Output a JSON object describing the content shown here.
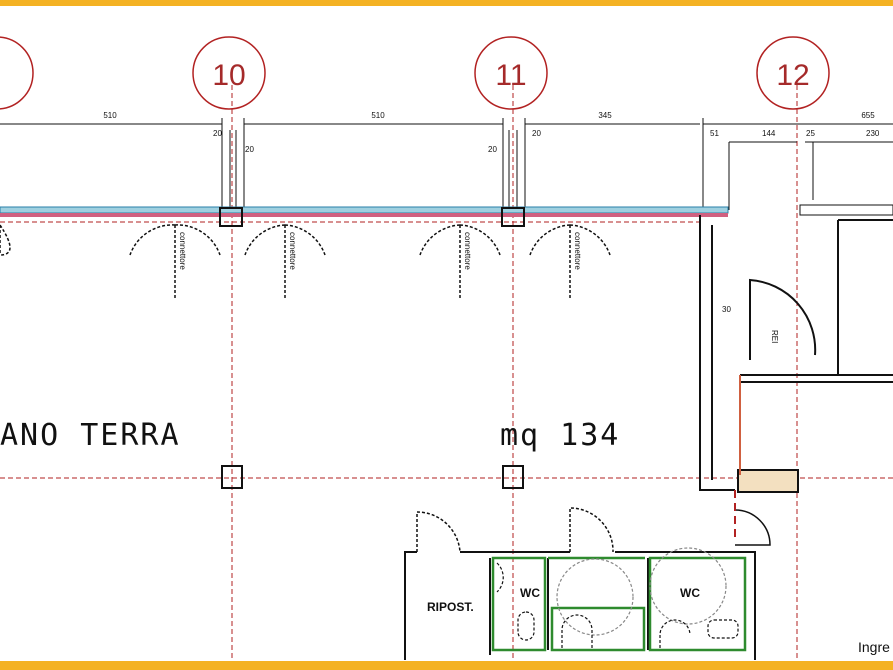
{
  "plan": {
    "grid_axes": [
      "10",
      "11",
      "12"
    ],
    "dimensions_top": [
      "510",
      "510",
      "345",
      "655"
    ],
    "dimensions_detail": [
      "20",
      "20",
      "20",
      "20",
      "51",
      "144",
      "25",
      "230",
      "30"
    ],
    "room_name": "ANO TERRA",
    "room_area": "mq 134",
    "door_labels": [
      "connettore",
      "connettore",
      "connettore",
      "connettore"
    ],
    "fire_door_label": "REI",
    "rooms": [
      "RIPOST.",
      "WC",
      "WC"
    ],
    "entrance_label": "Ingre",
    "colors": {
      "frame": "#f4b223",
      "grid": "#b22222",
      "wc_walls": "#2e8b2e",
      "facade": "#2a7fa8"
    }
  }
}
